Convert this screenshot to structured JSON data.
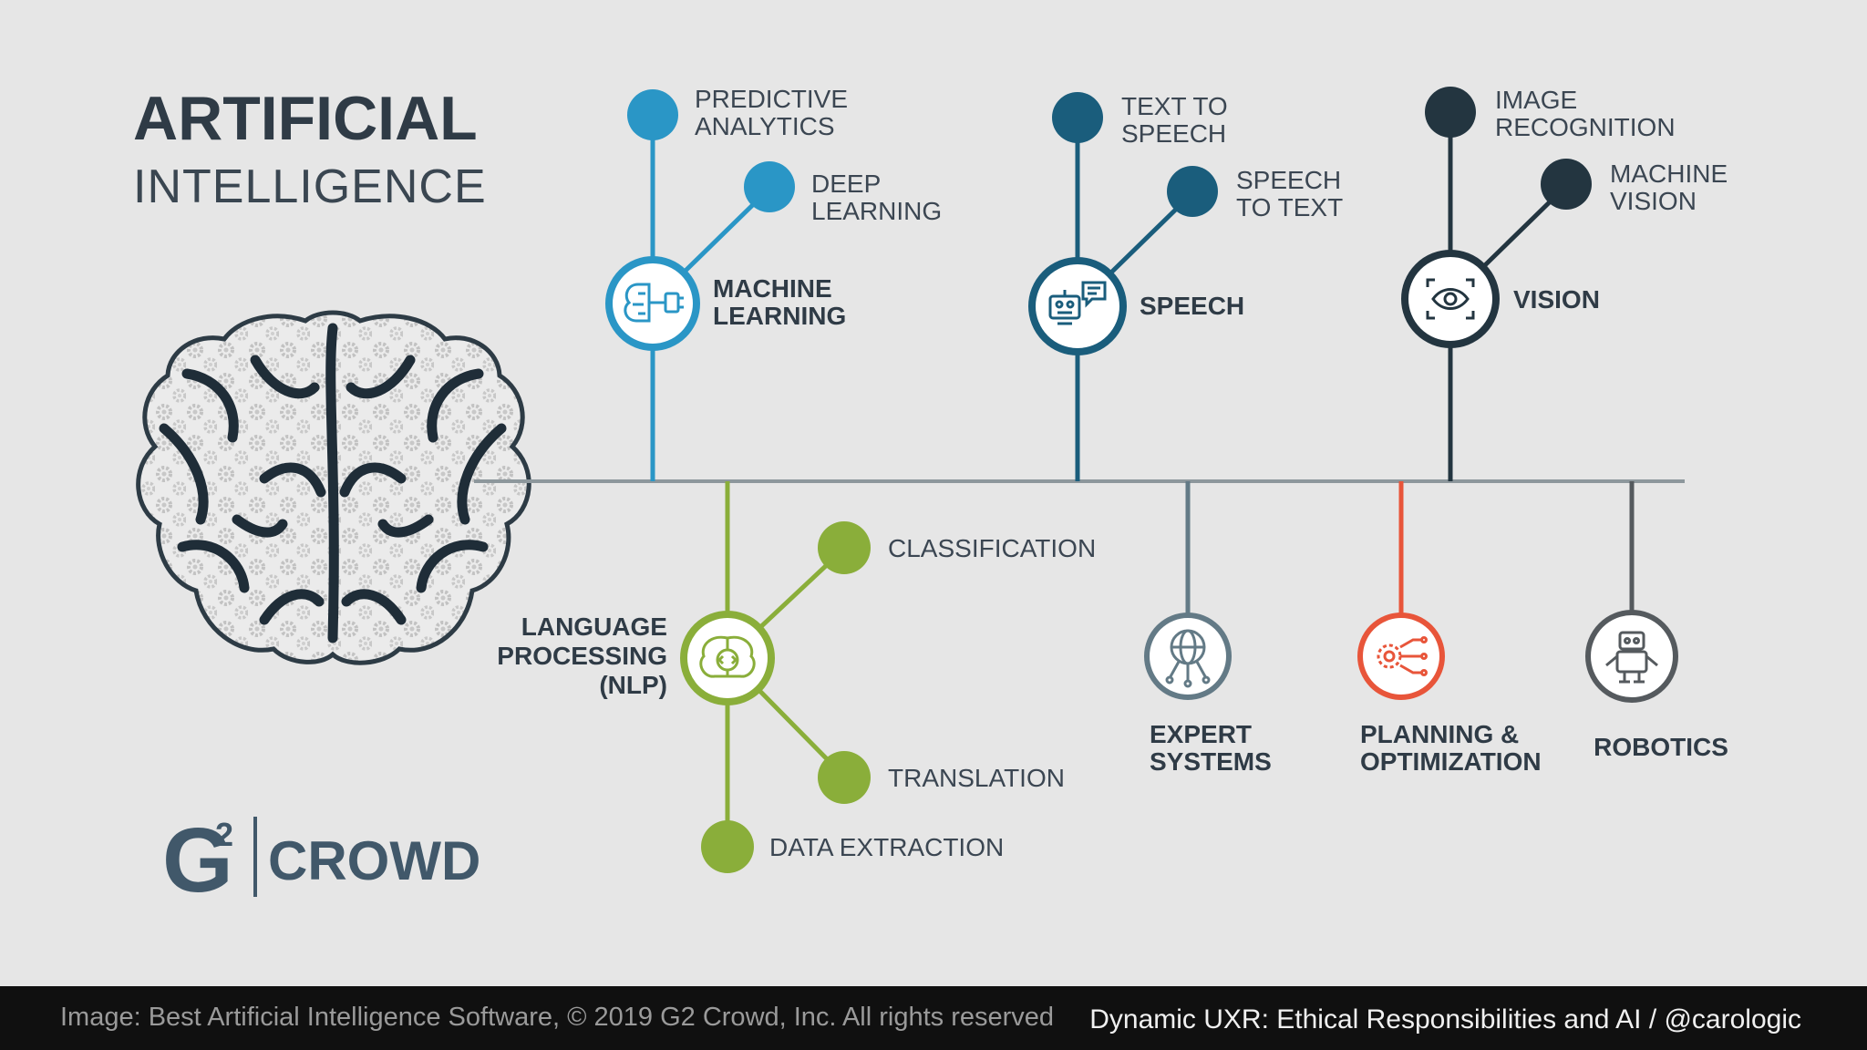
{
  "title": {
    "line1": "ARTIFICIAL",
    "line2": "INTELLIGENCE"
  },
  "logo": {
    "mark": "G",
    "superscript": "2",
    "wordmark": "CROWD"
  },
  "colors": {
    "background": "#e6e6e6",
    "machine_learning": "#2a96c6",
    "speech": "#1a5d7c",
    "vision": "#233540",
    "nlp": "#8aae3a",
    "expert_systems": "#637a86",
    "planning": "#e8553a",
    "robotics": "#555a5e",
    "trunk": "#8d979c"
  },
  "branches": {
    "machine_learning": {
      "label_1": "MACHINE",
      "label_2": "LEARNING",
      "icon": "brain-chip-icon",
      "children": [
        {
          "label_1": "PREDICTIVE",
          "label_2": "ANALYTICS"
        },
        {
          "label_1": "DEEP",
          "label_2": "LEARNING"
        }
      ]
    },
    "speech": {
      "label": "SPEECH",
      "icon": "robot-chat-icon",
      "children": [
        {
          "label_1": "TEXT TO",
          "label_2": "SPEECH"
        },
        {
          "label_1": "SPEECH",
          "label_2": "TO TEXT"
        }
      ]
    },
    "vision": {
      "label": "VISION",
      "icon": "eye-scan-icon",
      "children": [
        {
          "label_1": "IMAGE",
          "label_2": "RECOGNITION"
        },
        {
          "label_1": "MACHINE",
          "label_2": "VISION"
        }
      ]
    },
    "nlp": {
      "label_1": "LANGUAGE",
      "label_2": "PROCESSING",
      "label_3": "(NLP)",
      "icon": "brain-code-icon",
      "children": [
        {
          "label": "CLASSIFICATION"
        },
        {
          "label": "TRANSLATION"
        },
        {
          "label": "DATA EXTRACTION"
        }
      ]
    },
    "expert_systems": {
      "label_1": "EXPERT",
      "label_2": "SYSTEMS",
      "icon": "globe-network-icon"
    },
    "planning": {
      "label_1": "PLANNING &",
      "label_2": "OPTIMIZATION",
      "icon": "circuit-gear-icon"
    },
    "robotics": {
      "label": "ROBOTICS",
      "icon": "robot-icon"
    }
  },
  "footer": {
    "credit": "Image: Best Artificial Intelligence Software, © 2019 G2 Crowd, Inc. All rights reserved",
    "talk": "Dynamic UXR: Ethical Responsibilities and AI  /  @carologic"
  }
}
